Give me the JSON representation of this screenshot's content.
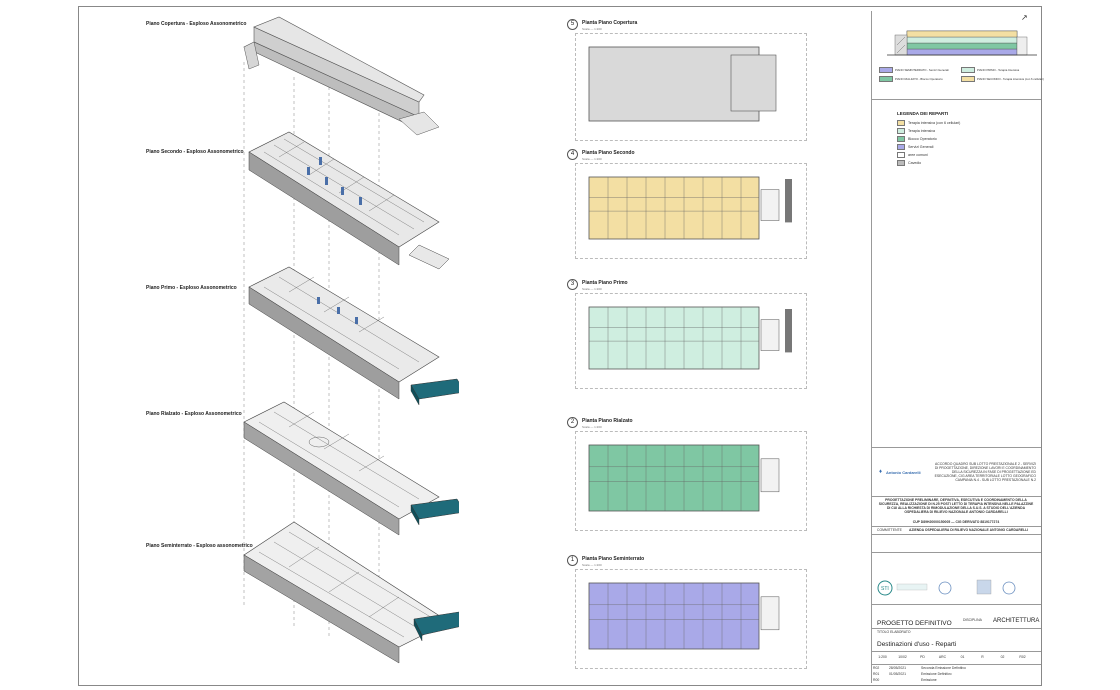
{
  "axo_labels": {
    "roof": "Piano Copertura - Esploso Assonometrico",
    "second": "Piano Secondo - Esploso Assonometrico",
    "first": "Piano Primo - Esploso Assonometrico",
    "raised": "Piano Rialzato - Esploso Assonometrico",
    "semi": "Piano Seminterrato - Esploso assonometrico"
  },
  "plans": [
    {
      "num": "5",
      "title": "Pianta Piano Copertura",
      "scale": "Scala — 1:200",
      "fill": "#d9d9d9"
    },
    {
      "num": "4",
      "title": "Pianta Piano Secondo",
      "scale": "Scala — 1:200",
      "fill": "#f3dfa3"
    },
    {
      "num": "3",
      "title": "Pianta Piano Primo",
      "scale": "Scala — 1:200",
      "fill": "#cfeee0"
    },
    {
      "num": "2",
      "title": "Pianta Piano Rialzato",
      "scale": "Scala — 1:200",
      "fill": "#7fc7a3"
    },
    {
      "num": "1",
      "title": "Pianta Piano Seminterrato",
      "scale": "Scala — 1:200",
      "fill": "#a9a9e8"
    }
  ],
  "legend": {
    "title": "LEGENDA DEI REPARTI",
    "items": [
      {
        "label": "Terapia intensiva (con 6 cellulari)",
        "color": "#f3dfa3"
      },
      {
        "label": "Terapia intensiva",
        "color": "#cfeee0"
      },
      {
        "label": "Blocco Operatorio",
        "color": "#7fc7a3"
      },
      {
        "label": "Servizi Generali",
        "color": "#a9a9e8"
      },
      {
        "label": "aree comuni",
        "color": "#ffffff"
      },
      {
        "label": "Cavedio",
        "color": "#bbbbbb"
      }
    ]
  },
  "section_legend": [
    {
      "label": "PIANO SEMINTERRATO - Servizi Generali",
      "color": "#a9a9e8"
    },
    {
      "label": "PIANO PRIMO - Terapia Intensiva",
      "color": "#cfeee0"
    },
    {
      "label": "PIANO RIALZATO - Blocco Operatorio",
      "color": "#7fc7a3"
    },
    {
      "label": "PIANO SECONDO - Terapia intensiva (con 6 cellulari)",
      "color": "#f3dfa3"
    }
  ],
  "titleblock": {
    "logo": "Antonio Cardarelli",
    "header_text": "ACCORDO QUADRO SUB LOTTO PRESTAZIONALE 2 - SERVIZI DI PROGETTAZIONE, DIREZIONE LAVORI E COORDINAMENTO DELLA SICUREZZA IN FASE DI PROGETTAZIONE ED ESECUZIONE, CIG AREA TERRITORIALE LOTTO GEOGRAFICO CAMPANIA N.4 - SUB LOTTO PRESTAZIONALE N.2",
    "project_text": "PROGETTAZIONE PRELIMINARE, DEFINITIVA, ESECUTIVA E COORDINAMENTO DELLA SICUREZZA, REALIZZAZIONE DI N.25 POSTI LETTO DI TERAPIA INTENSIVA NELLE PALAZZINE DI CUI ALLA RICHIESTA DI RIMODULAZIONE DELLA S.U.S. A STUDIO DELL'AZIENDA OSPEDALIERA DI RILIEVO NAZIONALE ANTONIO CARDARELLI",
    "cup": "CUP D89H20000150005 — CIG DERIVATO 8819177274",
    "committente_label": "COMMITTENTE",
    "committente": "AZIENDA OSPEDALIERA DI RILIEVO NAZIONALE ANTONIO CARDARELLI",
    "phase": "PROGETTO DEFINITIVO",
    "discipline_label": "DISCIPLINA",
    "discipline": "ARCHITETTURA",
    "drawing_label": "TITOLO ELABORATO",
    "drawing_title": "Destinazioni d'uso - Reparti",
    "codes": [
      "1:200",
      "10/02",
      "PD",
      "ARC",
      "01",
      "R",
      "02",
      "R02"
    ],
    "rev_rows": [
      {
        "rev": "R02",
        "date": "28/05/2021",
        "desc": "Seconda Emissione Definitivo"
      },
      {
        "rev": "R01",
        "date": "01/05/2021",
        "desc": "Emissione Definitivo"
      },
      {
        "rev": "R00",
        "date": "",
        "desc": "Emissione"
      }
    ]
  }
}
